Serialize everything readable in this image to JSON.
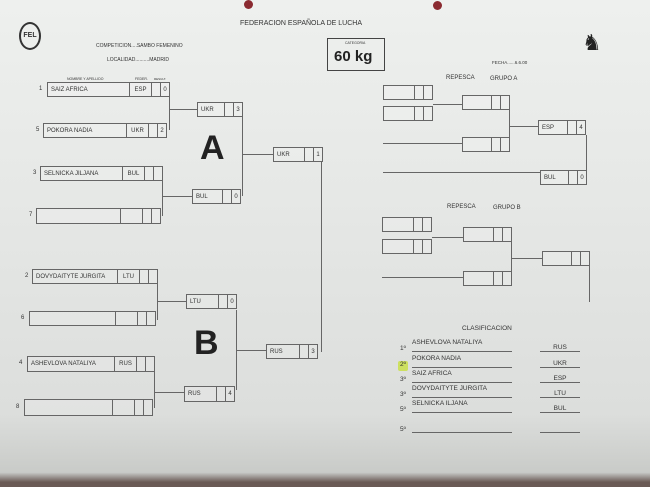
{
  "header": {
    "title": "FEDERACION ESPAÑOLA DE LUCHA",
    "competicion": "COMPETICION....SAMBO FEMENINO",
    "localidad": "LOCALIDAD..........MADRID",
    "categoria_label": "CATEGORIA",
    "categoria": "60 kg",
    "fecha": "FECHA......6.6.00",
    "logo_text": "FEL"
  },
  "columns": {
    "name": "NOMBRE Y APELLIDO",
    "feder": "FEDER.",
    "result": "RESULT."
  },
  "pool_a": {
    "letter": "A",
    "round1": [
      {
        "seed": "1",
        "name": "SAIZ AFRICA",
        "feder": "ESP",
        "result": "0"
      },
      {
        "seed": "5",
        "name": "POKORA NADIA",
        "feder": "UKR",
        "result": "2"
      },
      {
        "seed": "3",
        "name": "SELNICKA JILJANA",
        "feder": "BUL",
        "result": ""
      },
      {
        "seed": "7",
        "name": "",
        "feder": "",
        "result": ""
      }
    ],
    "round2": [
      {
        "feder": "UKR",
        "result": "3"
      },
      {
        "feder": "BUL",
        "result": "0"
      }
    ],
    "final": {
      "feder": "UKR",
      "result": "1"
    }
  },
  "pool_b": {
    "letter": "B",
    "round1": [
      {
        "seed": "2",
        "name": "DOVYDAITYTE JURGITA",
        "feder": "LTU",
        "result": ""
      },
      {
        "seed": "6",
        "name": "",
        "feder": "",
        "result": ""
      },
      {
        "seed": "4",
        "name": "ASHEVLOVA NATALIYA",
        "feder": "RUS",
        "result": ""
      },
      {
        "seed": "8",
        "name": "",
        "feder": "",
        "result": ""
      }
    ],
    "round2": [
      {
        "feder": "LTU",
        "result": "0"
      },
      {
        "feder": "RUS",
        "result": "4"
      }
    ],
    "final": {
      "feder": "RUS",
      "result": "3"
    }
  },
  "repesca_a": {
    "label": "REPESCA",
    "group": "GRUPO   A",
    "final": [
      {
        "feder": "ESP",
        "result": "4"
      },
      {
        "feder": "BUL",
        "result": "0"
      }
    ]
  },
  "repesca_b": {
    "label": "REPESCA",
    "group": "GRUPO   B"
  },
  "clasificacion": {
    "title": "CLASIFICACION",
    "rows": [
      {
        "place": "1º",
        "name": "ASHEVLOVA  NATALIYA",
        "feder": "RUS"
      },
      {
        "place": "2º",
        "name": "POKORA NADIA",
        "feder": "UKR"
      },
      {
        "place": "3º",
        "name": "SAIZ  AFRICA",
        "feder": "ESP"
      },
      {
        "place": "3º",
        "name": "DOVYDAITYTE JURGITA",
        "feder": "LTU"
      },
      {
        "place": "5º",
        "name": "SELNICKA  ILJANA",
        "feder": "BUL"
      },
      {
        "place": "5º",
        "name": "",
        "feder": ""
      }
    ]
  },
  "colors": {
    "highlight": "#c8e040",
    "pin": "#8a2a30"
  }
}
